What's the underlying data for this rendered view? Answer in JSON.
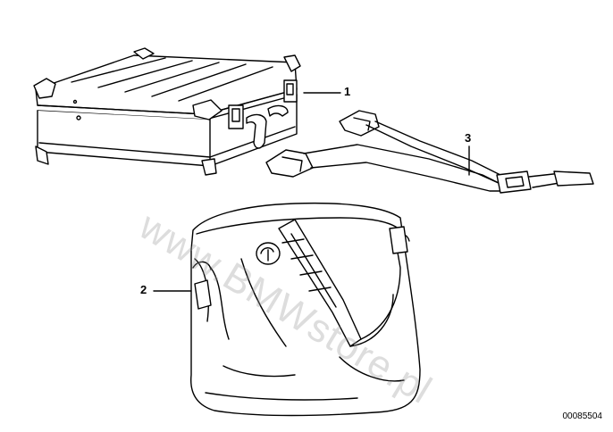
{
  "callouts": {
    "case": "1",
    "bag": "2",
    "strap": "3"
  },
  "reference_number": "00085504",
  "watermark": "www.BMWstore.pl",
  "colors": {
    "line": "#000000",
    "background": "#ffffff",
    "watermark": "#969696"
  }
}
